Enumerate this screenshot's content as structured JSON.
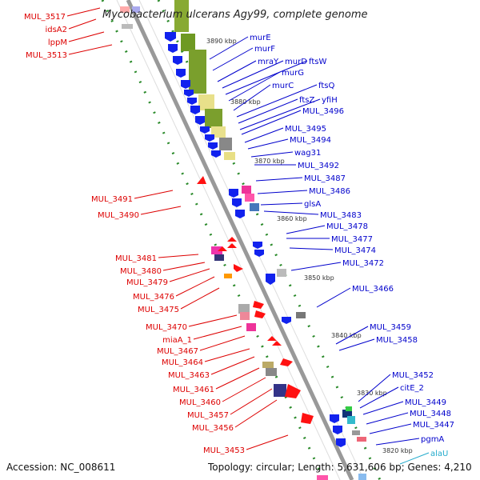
{
  "title": "Mycobacterium ulcerans Agy99, complete genome",
  "footer": {
    "accession": "Accession: NC_008611",
    "summary": "Topology: circular; Length: 5,631,606 bp; Genes: 4,210"
  },
  "kbp_labels": [
    "3890 kbp",
    "3880 kbp",
    "3870 kbp",
    "3860 kbp",
    "3850 kbp",
    "3840 kbp",
    "3830 kbp",
    "3820 kbp"
  ],
  "left_labels": [
    "MUL_3517",
    "idsA2",
    "lppM",
    "MUL_3513",
    "MUL_3491",
    "MUL_3490",
    "MUL_3481",
    "MUL_3480",
    "MUL_3479",
    "MUL_3476",
    "MUL_3475",
    "MUL_3470",
    "miaA_1",
    "MUL_3467",
    "MUL_3464",
    "MUL_3463",
    "MUL_3461",
    "MUL_3460",
    "MUL_3457",
    "MUL_3456",
    "MUL_3453"
  ],
  "right_labels": [
    "murE",
    "murF",
    "mraY",
    "murD",
    "ftsW",
    "murG",
    "murC",
    "ftsQ",
    "ftsZ",
    "yfiH",
    "MUL_3496",
    "MUL_3495",
    "MUL_3494",
    "wag31",
    "MUL_3492",
    "MUL_3487",
    "MUL_3486",
    "glsA",
    "MUL_3483",
    "MUL_3478",
    "MUL_3477",
    "MUL_3474",
    "MUL_3472",
    "MUL_3466",
    "MUL_3459",
    "MUL_3458",
    "MUL_3452",
    "citE_2",
    "MUL_3449",
    "MUL_3448",
    "MUL_3447",
    "pgmA",
    "alaU"
  ],
  "colors": {
    "forward": "#ff1111",
    "reverse": "#1111ee",
    "backbone": "#888888",
    "green_dots": "#228822"
  }
}
